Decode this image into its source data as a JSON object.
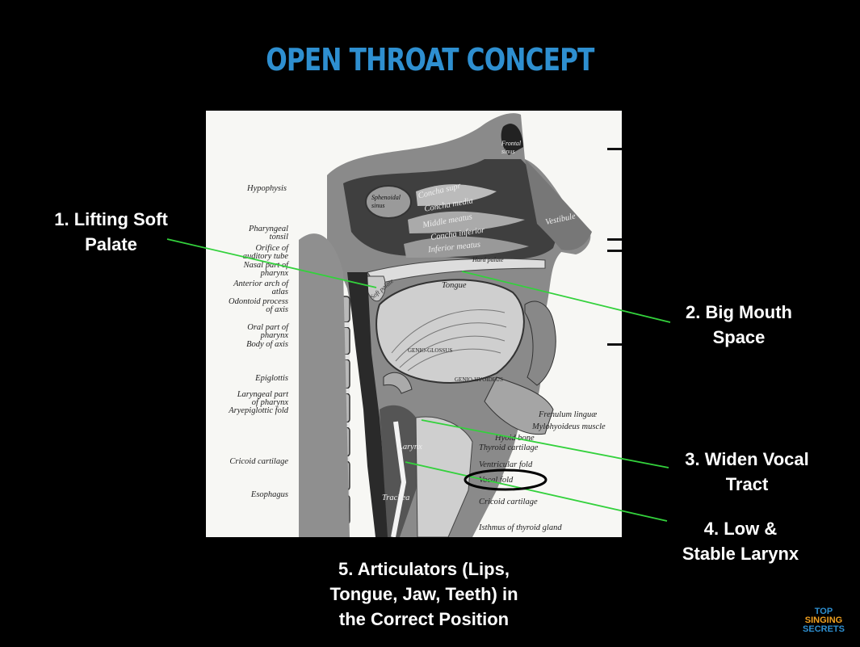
{
  "title": "OPEN THROAT CONCEPT",
  "colors": {
    "title": "#2e8fd0",
    "callout_line": "#33d13c",
    "highlight_ellipse": "#000000",
    "logo_blue": "#2e8fd0",
    "logo_orange": "#f0a020"
  },
  "callouts": [
    {
      "line1": "1. Lifting Soft",
      "line2": "Palate"
    },
    {
      "line1": "2. Big Mouth",
      "line2": "Space"
    },
    {
      "line1": "3. Widen Vocal",
      "line2": "Tract"
    },
    {
      "line1": "4. Low &",
      "line2": "Stable Larynx"
    }
  ],
  "bottom_caption": {
    "line1": "5. Articulators (Lips,",
    "line2": "Tongue, Jaw, Teeth) in",
    "line3": "the Correct Position"
  },
  "anatomy_labels": {
    "left": [
      "Hypophysis",
      "Pharyngeal",
      "tonsil",
      "Orifice of",
      "auditory tube",
      "Nasal part of",
      "pharynx",
      "Anterior arch of",
      "atlas",
      "Odontoid process",
      "of axis",
      "Oral part of",
      "pharynx",
      "Body of axis",
      "Epiglottis",
      "Laryngeal part",
      "of pharynx",
      "Aryepiglottic fold",
      "Cricoid cartilage",
      "Esophagus"
    ],
    "right": [
      "Frenulum linguæ",
      "Mylohyoideus muscle",
      "Hyoid bone",
      "Thyroid cartilage",
      "Ventricular fold",
      "Vocal fold",
      "Cricoid cartilage",
      "Isthmus of thyroid gland"
    ],
    "inner": [
      "Frontal sinus",
      "Sphenoidal sinus",
      "Concha supr",
      "Concha media",
      "Middle meatus",
      "Concha inferior",
      "Inferior meatus",
      "Vestibule",
      "Soft palate",
      "Hard palate",
      "Tongue",
      "GENIO-GLOSSUS",
      "GENIO-HYOIDEUS",
      "Larynx",
      "Trachea"
    ]
  },
  "logo": {
    "line1": "TOP",
    "line2": "SINGING",
    "line3": "SECRETS"
  }
}
